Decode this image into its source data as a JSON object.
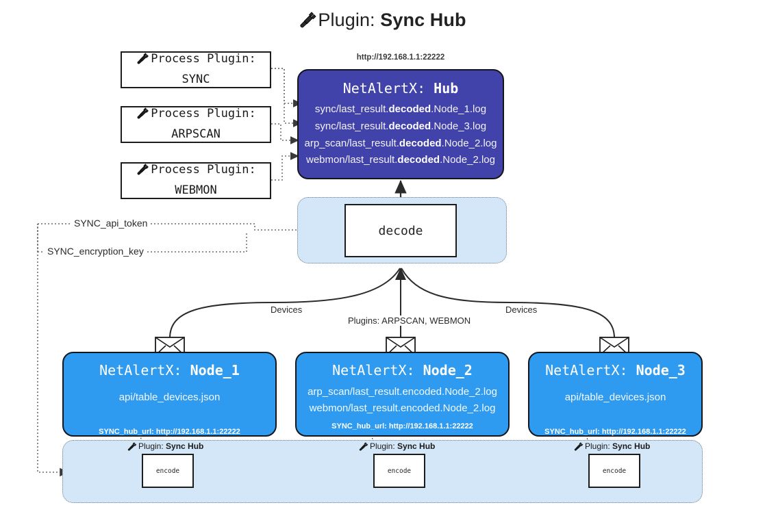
{
  "title": {
    "icon": "plug-icon",
    "prefix": "Plugin: ",
    "name": "Sync Hub"
  },
  "process_plugins": [
    {
      "icon": "plug-icon",
      "line1": "Process Plugin:",
      "line2": "SYNC"
    },
    {
      "icon": "plug-icon",
      "line1": "Process Plugin:",
      "line2": "ARPSCAN"
    },
    {
      "icon": "plug-icon",
      "line1": "Process Plugin:",
      "line2": "WEBMON"
    }
  ],
  "hub": {
    "url": "http://192.168.1.1:22222",
    "title_prefix": "NetAlertX: ",
    "title_name": "Hub",
    "lines": [
      {
        "pre": "sync/last_result.",
        "em": "decoded",
        "post": ".Node_1.log"
      },
      {
        "pre": "sync/last_result.",
        "em": "decoded",
        "post": ".Node_3.log"
      },
      {
        "pre": "arp_scan/last_result.",
        "em": "decoded",
        "post": ".Node_2.log"
      },
      {
        "pre": "webmon/last_result.",
        "em": "decoded",
        "post": ".Node_2.log"
      }
    ]
  },
  "decode": {
    "label": "decode"
  },
  "tokens": {
    "api_token": "SYNC_api_token",
    "encryption_key": "SYNC_encryption_key"
  },
  "edge_labels": {
    "devices_left": "Devices",
    "devices_right": "Devices",
    "plugins_center": "Plugins: ARPSCAN, WEBMON"
  },
  "nodes": [
    {
      "id": "node-1",
      "title_prefix": "NetAlertX: ",
      "title_name": "Node_1",
      "lines": [
        "api/table_devices.json"
      ],
      "hub_url_label": "SYNC_hub_url: http://192.168.1.1:22222",
      "envelope_icon": "envelope-icon"
    },
    {
      "id": "node-2",
      "title_prefix": "NetAlertX: ",
      "title_name": "Node_2",
      "lines": [
        "arp_scan/last_result.encoded.Node_2.log",
        "webmon/last_result.encoded.Node_2.log"
      ],
      "hub_url_label": "SYNC_hub_url: http://192.168.1.1:22222",
      "envelope_icon": "envelope-icon"
    },
    {
      "id": "node-3",
      "title_prefix": "NetAlertX: ",
      "title_name": "Node_3",
      "lines": [
        "api/table_devices.json"
      ],
      "hub_url_label": "SYNC_hub_url: http://192.168.1.1:22222",
      "envelope_icon": "envelope-icon"
    }
  ],
  "encoders": [
    {
      "caption_icon": "plug-icon",
      "caption_prefix": "Plugin: ",
      "caption_name": "Sync Hub",
      "label": "encode"
    },
    {
      "caption_icon": "plug-icon",
      "caption_prefix": "Plugin: ",
      "caption_name": "Sync Hub",
      "label": "encode"
    },
    {
      "caption_icon": "plug-icon",
      "caption_prefix": "Plugin: ",
      "caption_name": "Sync Hub",
      "label": "encode"
    }
  ],
  "colors": {
    "hub_fill": "#4242ab",
    "node_fill": "#2e9bf0",
    "lane_fill": "#d4e7f8",
    "box_stroke": "#15151c",
    "page_bg": "#ffffff"
  }
}
